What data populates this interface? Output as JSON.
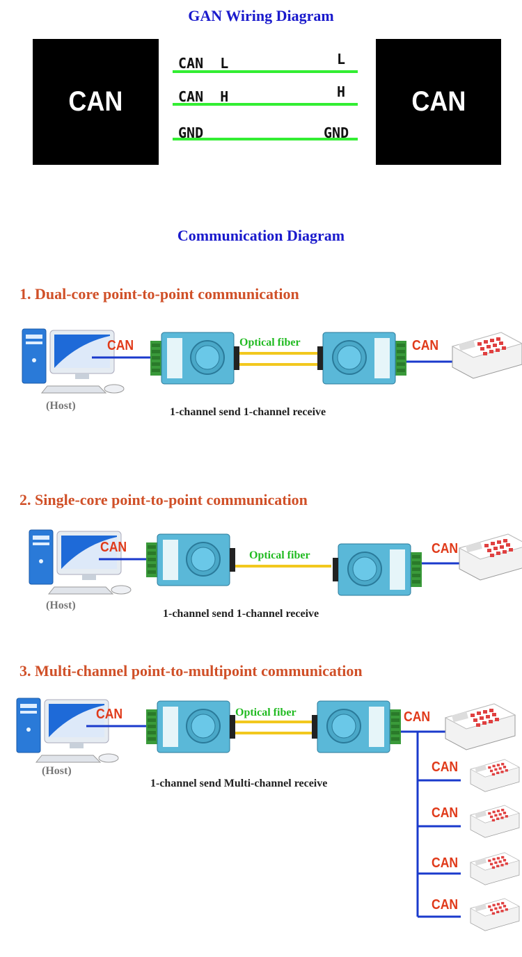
{
  "wiring": {
    "title": "GAN Wiring Diagram",
    "left_box": "CAN",
    "right_box": "CAN",
    "lines": [
      {
        "left": "CAN  L",
        "right": "L"
      },
      {
        "left": "CAN  H",
        "right": "H"
      },
      {
        "left": "GND",
        "right": "GND"
      }
    ]
  },
  "communication": {
    "title": "Communication Diagram",
    "sections": [
      {
        "title": "1. Dual-core point-to-point communication",
        "host": "(Host)",
        "fiber": "Optical fiber",
        "can_left": "CAN",
        "can_right": [
          "CAN"
        ],
        "caption": "1-channel send 1-channel receive"
      },
      {
        "title": "2. Single-core point-to-point communication",
        "host": "(Host)",
        "fiber": "Optical fiber",
        "can_left": "CAN",
        "can_right": [
          "CAN"
        ],
        "caption": "1-channel send 1-channel receive"
      },
      {
        "title": "3. Multi-channel point-to-multipoint communication",
        "host": "(Host)",
        "fiber": "Optical fiber",
        "can_left": "CAN",
        "can_right": [
          "CAN",
          "CAN",
          "CAN",
          "CAN",
          "CAN"
        ],
        "caption": "1-channel send Multi-channel receive"
      }
    ]
  },
  "colors": {
    "title_blue": "#1a1acc",
    "section_orange": "#d05028",
    "can_red": "#e03a1a",
    "wire_green": "#33ee33",
    "fiber_yellow": "#f2c81e",
    "bus_blue": "#1a3acc",
    "converter_teal": "#5ab8d8"
  }
}
